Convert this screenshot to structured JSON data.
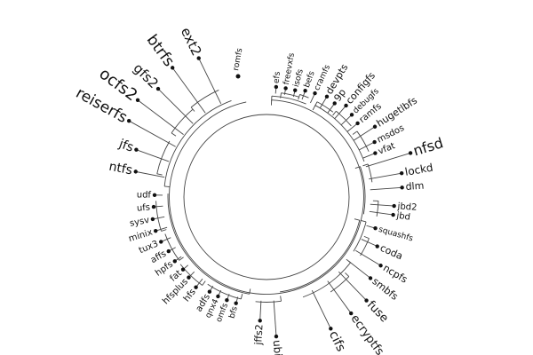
{
  "diagram": {
    "type": "radial-dendrogram",
    "colors": {
      "line": "#444444",
      "dot": "#111111",
      "text": "#111111",
      "background": "#ffffff"
    },
    "root": {
      "label": "romfs"
    },
    "leaves": [
      {
        "label": "efs",
        "angle": 5,
        "depth": 0.83,
        "size": 9
      },
      {
        "label": "freevxfs",
        "angle": 10,
        "depth": 0.83,
        "size": 9
      },
      {
        "label": "isofs",
        "angle": 15,
        "depth": 0.83,
        "size": 9
      },
      {
        "label": "befs",
        "angle": 20,
        "depth": 0.85,
        "size": 9
      },
      {
        "label": "cramfs",
        "angle": 25,
        "depth": 0.86,
        "size": 9
      },
      {
        "label": "devpts",
        "angle": 31,
        "depth": 0.88,
        "size": 11
      },
      {
        "label": "9p",
        "angle": 36,
        "depth": 0.87,
        "size": 11
      },
      {
        "label": "configfs",
        "angle": 41,
        "depth": 0.91,
        "size": 11
      },
      {
        "label": "debugfs",
        "angle": 46,
        "depth": 0.89,
        "size": 9
      },
      {
        "label": "ramfs",
        "angle": 51,
        "depth": 0.88,
        "size": 10
      },
      {
        "label": "hugetlbfs",
        "angle": 57,
        "depth": 0.97,
        "size": 11
      },
      {
        "label": "msdos",
        "angle": 63,
        "depth": 0.91,
        "size": 10
      },
      {
        "label": "vfat",
        "angle": 68,
        "depth": 0.88,
        "size": 10
      },
      {
        "label": "nfsd",
        "angle": 73,
        "depth": 1.13,
        "size": 16
      },
      {
        "label": "lockd",
        "angle": 80,
        "depth": 1.03,
        "size": 12
      },
      {
        "label": "dlm",
        "angle": 86,
        "depth": 1.02,
        "size": 11
      },
      {
        "label": "jbd2",
        "angle": 94,
        "depth": 0.96,
        "size": 10
      },
      {
        "label": "jbd",
        "angle": 98,
        "depth": 0.96,
        "size": 10
      },
      {
        "label": "squashfs",
        "angle": 106,
        "depth": 0.85,
        "size": 9
      },
      {
        "label": "coda",
        "angle": 114,
        "depth": 0.91,
        "size": 11
      },
      {
        "label": "ncpfs",
        "angle": 121,
        "depth": 1.0,
        "size": 11
      },
      {
        "label": "smbfs",
        "angle": 128,
        "depth": 0.99,
        "size": 11
      },
      {
        "label": "fuse",
        "angle": 136,
        "depth": 1.08,
        "size": 13
      },
      {
        "label": "ecryptfs",
        "angle": 144,
        "depth": 1.08,
        "size": 13
      },
      {
        "label": "cifs",
        "angle": 154,
        "depth": 1.1,
        "size": 14
      },
      {
        "label": "ubifs",
        "angle": 176,
        "depth": 1.05,
        "size": 12
      },
      {
        "label": "jffs2",
        "angle": 183,
        "depth": 0.93,
        "size": 11
      },
      {
        "label": "bfs",
        "angle": 196,
        "depth": 0.83,
        "size": 9
      },
      {
        "label": "omfs",
        "angle": 201,
        "depth": 0.83,
        "size": 9
      },
      {
        "label": "qnx4",
        "angle": 206,
        "depth": 0.83,
        "size": 9
      },
      {
        "label": "adfs",
        "angle": 211,
        "depth": 0.83,
        "size": 10
      },
      {
        "label": "hfs",
        "angle": 218,
        "depth": 0.86,
        "size": 10
      },
      {
        "label": "hfsplus",
        "angle": 224,
        "depth": 0.84,
        "size": 10
      },
      {
        "label": "fat",
        "angle": 229,
        "depth": 0.83,
        "size": 10
      },
      {
        "label": "hpfs",
        "angle": 235,
        "depth": 0.84,
        "size": 10
      },
      {
        "label": "affs",
        "angle": 241,
        "depth": 0.84,
        "size": 10
      },
      {
        "label": "tux3",
        "angle": 247,
        "depth": 0.86,
        "size": 10
      },
      {
        "label": "minix",
        "angle": 253,
        "depth": 0.87,
        "size": 10
      },
      {
        "label": "sysv",
        "angle": 259,
        "depth": 0.87,
        "size": 10
      },
      {
        "label": "ufs",
        "angle": 265,
        "depth": 0.85,
        "size": 10
      },
      {
        "label": "udf",
        "angle": 271,
        "depth": 0.84,
        "size": 10
      },
      {
        "label": "ntfs",
        "angle": 281,
        "depth": 1.0,
        "size": 14
      },
      {
        "label": "jfs",
        "angle": 290,
        "depth": 1.04,
        "size": 14
      },
      {
        "label": "reiserfs",
        "angle": 299,
        "depth": 1.18,
        "size": 17
      },
      {
        "label": "ocfs2",
        "angle": 307,
        "depth": 1.21,
        "size": 18
      },
      {
        "label": "gfs2",
        "angle": 315,
        "depth": 1.15,
        "size": 15
      },
      {
        "label": "btrfs",
        "angle": 324,
        "depth": 1.2,
        "size": 17
      },
      {
        "label": "ext2",
        "angle": 334,
        "depth": 1.16,
        "size": 15
      }
    ],
    "links": [
      {
        "depth": 0.73,
        "from": 3,
        "to": 348
      },
      {
        "depth": 0.76,
        "from": 3,
        "to": 23
      },
      {
        "depth": 0.79,
        "from": 8,
        "to": 18
      },
      {
        "depth": 0.81,
        "from": 18,
        "to": 23
      },
      {
        "depth": 0.78,
        "from": 28,
        "to": 70
      },
      {
        "depth": 0.81,
        "from": 28,
        "to": 38
      },
      {
        "depth": 0.83,
        "from": 39,
        "to": 50
      },
      {
        "depth": 0.84,
        "from": 54,
        "to": 66
      },
      {
        "depth": 0.74,
        "from": 72,
        "to": 100
      },
      {
        "depth": 0.8,
        "from": 72,
        "to": 82
      },
      {
        "depth": 0.84,
        "from": 92,
        "to": 100
      },
      {
        "depth": 0.72,
        "from": 104,
        "to": 172
      },
      {
        "depth": 0.77,
        "from": 104,
        "to": 122
      },
      {
        "depth": 0.83,
        "from": 112,
        "to": 122
      },
      {
        "depth": 0.8,
        "from": 128,
        "to": 160
      },
      {
        "depth": 0.86,
        "from": 134,
        "to": 146
      },
      {
        "depth": 0.79,
        "from": 172,
        "to": 186
      },
      {
        "depth": 0.74,
        "from": 190,
        "to": 272
      },
      {
        "depth": 0.79,
        "from": 194,
        "to": 214
      },
      {
        "depth": 0.82,
        "from": 216,
        "to": 232
      },
      {
        "depth": 0.81,
        "from": 234,
        "to": 250
      },
      {
        "depth": 0.83,
        "from": 252,
        "to": 268
      },
      {
        "depth": 0.77,
        "from": 276,
        "to": 340
      },
      {
        "depth": 0.84,
        "from": 282,
        "to": 300
      },
      {
        "depth": 0.86,
        "from": 304,
        "to": 320
      },
      {
        "depth": 0.88,
        "from": 320,
        "to": 336
      }
    ]
  }
}
